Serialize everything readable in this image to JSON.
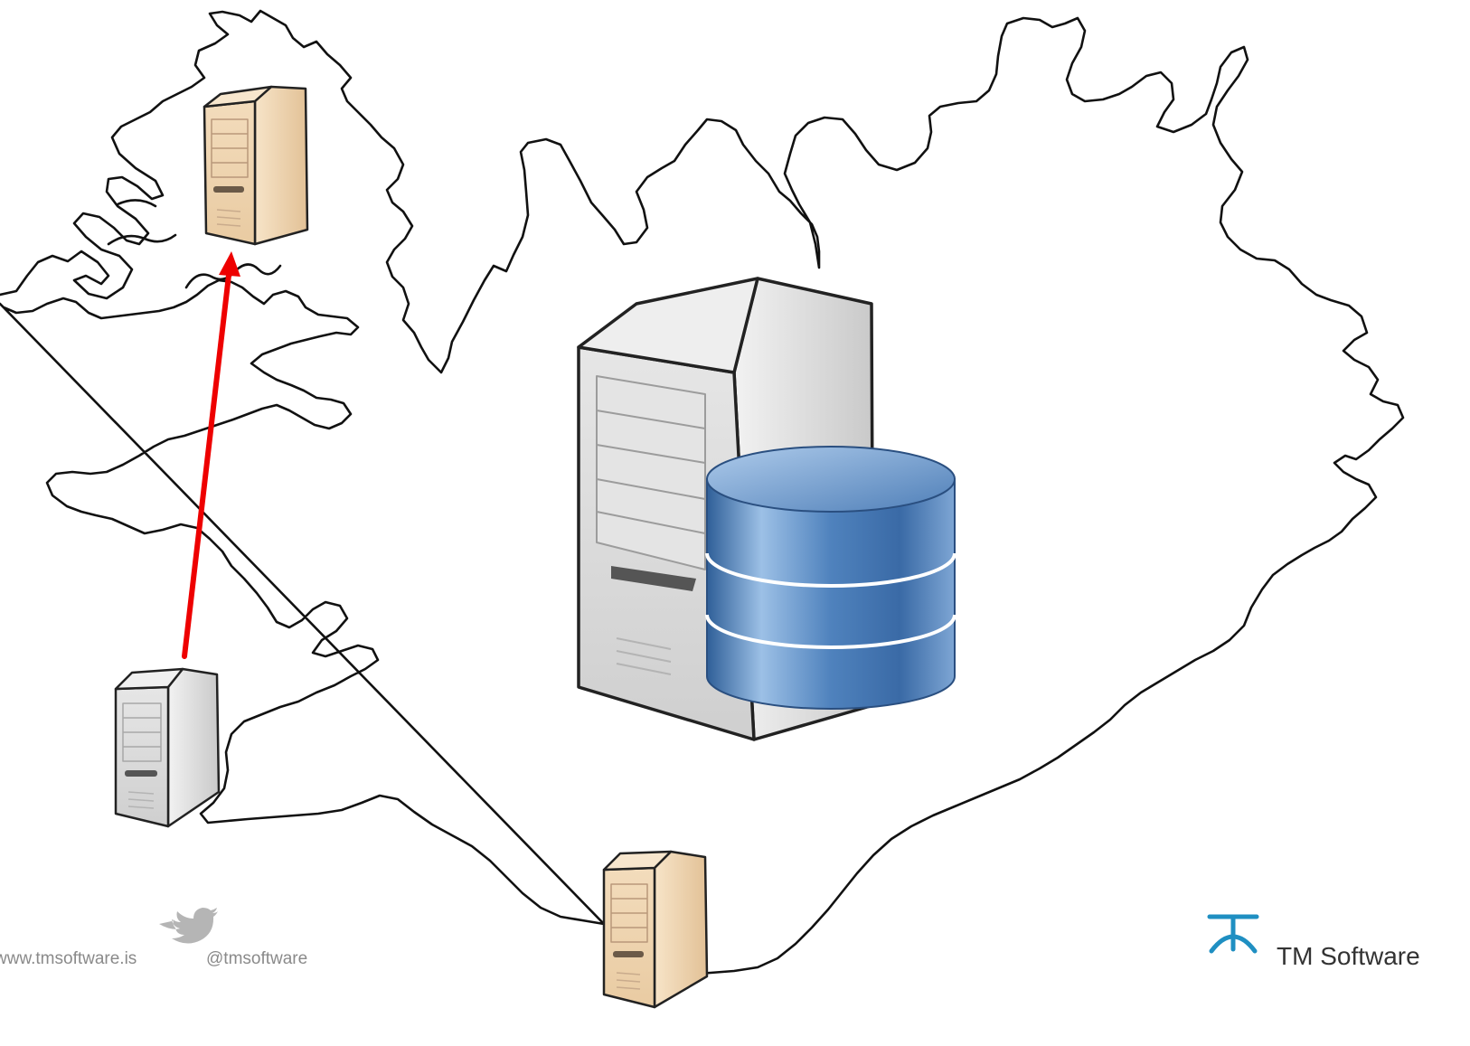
{
  "footer": {
    "url": "www.tmsoftware.is",
    "twitter_handle": "@tmsoftware",
    "brand_name": "TM Software"
  },
  "icons": {
    "twitter": "twitter-bird-icon",
    "logo": "tm-software-logo-icon"
  },
  "colors": {
    "map_outline": "#111111",
    "arrow": "#ee0000",
    "tan_server": "#f2d9b3",
    "grey_server": "#d6d6d6",
    "database": "#4f82bd",
    "logo": "#1f8fc2",
    "footer_text": "#8a8a8a",
    "twitter": "#b5b5b5"
  },
  "diagram": {
    "nodes": [
      {
        "id": "central-server",
        "kind": "server-with-database",
        "color": "grey"
      },
      {
        "id": "northwest-server",
        "kind": "server",
        "color": "tan"
      },
      {
        "id": "west-server",
        "kind": "server",
        "color": "grey"
      },
      {
        "id": "south-server",
        "kind": "server",
        "color": "tan"
      }
    ],
    "edges": [
      {
        "from": "west-server",
        "to": "northwest-server",
        "style": "red-arrow"
      }
    ]
  }
}
